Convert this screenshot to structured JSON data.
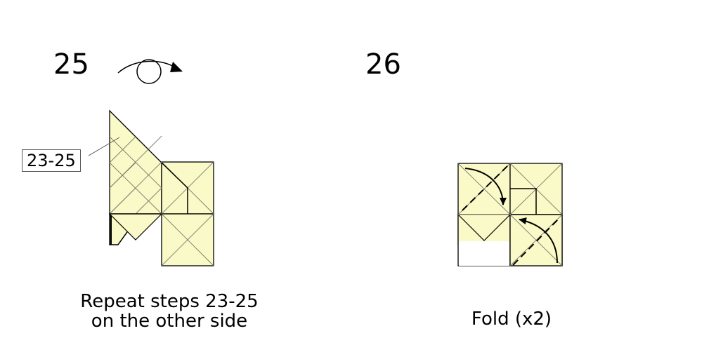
{
  "step25": {
    "number": "25",
    "reference_label": "23-25",
    "caption_line1": "Repeat steps 23-25",
    "caption_line2": "on the other side",
    "symbol": "turn-over-icon"
  },
  "step26": {
    "number": "26",
    "caption": "Fold (x2)",
    "symbol": "fold-arrow-icon"
  },
  "colors": {
    "paper": "#fafac8",
    "line": "#000000",
    "crease": "#7a7a6a"
  }
}
